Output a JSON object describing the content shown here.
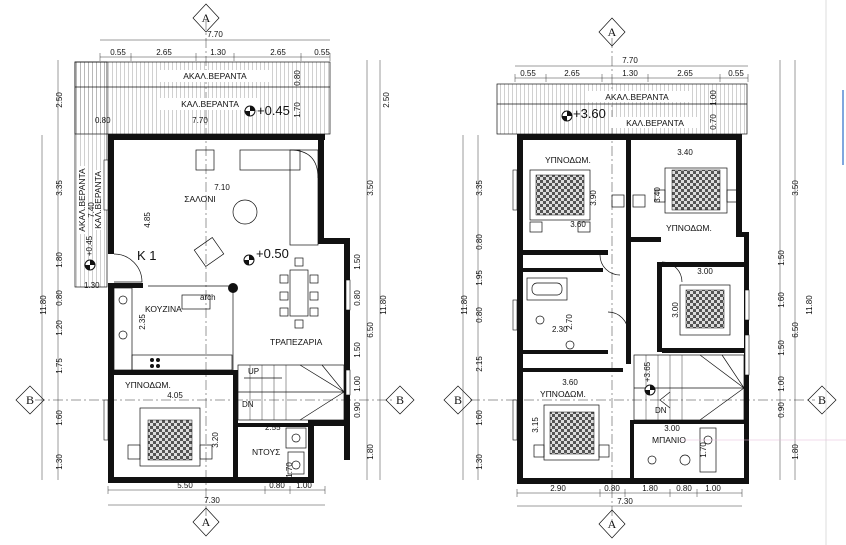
{
  "axes": {
    "a": "A",
    "b": "B"
  },
  "ground": {
    "top_total": "7.70",
    "top_parts": [
      "0.55",
      "2.65",
      "1.30",
      "2.65",
      "0.55"
    ],
    "mid_total": "7.70",
    "left_top": "0.80",
    "veranda_top": "ΑΚΑΛ.ΒΕΡΑΝΤΑ",
    "veranda_covered": "ΚΑΛ.ΒΕΡΑΝΤΑ",
    "veranda_side_open": "ΑΚΑΛ.ΒΕΡΑΝΤΑ",
    "veranda_side_covered": "ΚΑΛ.ΒΕΡΑΝΤΑ",
    "side_veranda_dim": "7.40",
    "level_top": "+0.45",
    "level_side": "+0.45",
    "level_living": "+0.50",
    "living": "ΣΑΛΟΝΙ",
    "living_w": "7.10",
    "living_h": "4.85",
    "entry": "K 1",
    "arch": "arch",
    "kitchen": "ΚΟΥΖΙΝΑ",
    "kitchen_dim": "2.35",
    "dining": "ΤΡΑΠΕΖΑΡΙΑ",
    "bedroom": "ΥΠΝΟΔΩΜ.",
    "bedroom_w": "4.05",
    "bedroom_h": "3.20",
    "bath_w": "2.55",
    "bath_h": "1.70",
    "shower": "ΝΤΟΥΣ",
    "up": "UP",
    "dn": "DN",
    "bottom_total": "7.30",
    "bottom_parts": [
      "5.50",
      "0.80",
      "1.00"
    ],
    "left_dims": [
      "2.50",
      "3.35",
      "1.80",
      "0.80",
      "1.20",
      "1.75",
      "1.60",
      "1.30"
    ],
    "left_total": "11.80",
    "left_small": "1.30",
    "ver_dims": [
      "0.80",
      "1.70"
    ],
    "right_dims": [
      "2.50",
      "3.50",
      "1.50",
      "0.80",
      "1.50",
      "1.00",
      "0.90",
      "1.80"
    ],
    "right_total": "11.80",
    "right_mid": "6.50"
  },
  "upper": {
    "top_total": "7.70",
    "top_parts": [
      "0.55",
      "2.65",
      "1.30",
      "2.65",
      "0.55"
    ],
    "veranda_top": "ΑΚΑΛ.ΒΕΡΑΝΤΑ",
    "veranda_covered": "ΚΑΛ.ΒΕΡΑΝΤΑ",
    "level_top": "+3.60",
    "level_stair": "+3.65",
    "bed1": "ΥΠΝΟΔΩΜ.",
    "bed1_w": "3.60",
    "bed1_h": "3.90",
    "bed2": "ΥΠΝΟΔΩΜ.",
    "bed2_w": "3.40",
    "bed2_h": "3.40",
    "bed3_w": "3.00",
    "bed3_h": "3.00",
    "bed4": "ΥΠΝΟΔΩΜ.",
    "bed4_w": "3.60",
    "bed4_h": "3.15",
    "wc_w": "2.30",
    "wc_h": "2.70",
    "bath": "ΜΠΑΝΙΟ",
    "bath_w": "3.00",
    "bath_h": "1.70",
    "dn": "DN",
    "bottom_total": "7.30",
    "bottom_parts": [
      "2.90",
      "0.80",
      "1.80",
      "0.80",
      "1.00"
    ],
    "left_dims": [
      "3.35",
      "0.80",
      "1.95",
      "0.80",
      "2.15",
      "1.60",
      "1.30"
    ],
    "left_total": "11.80",
    "ver_dims": [
      "1.00",
      "0.70"
    ],
    "right_dims": [
      "3.50",
      "1.50",
      "1.60",
      "1.50",
      "1.00",
      "0.90",
      "1.80"
    ],
    "right_total": "11.80",
    "right_mid": "6.50"
  }
}
